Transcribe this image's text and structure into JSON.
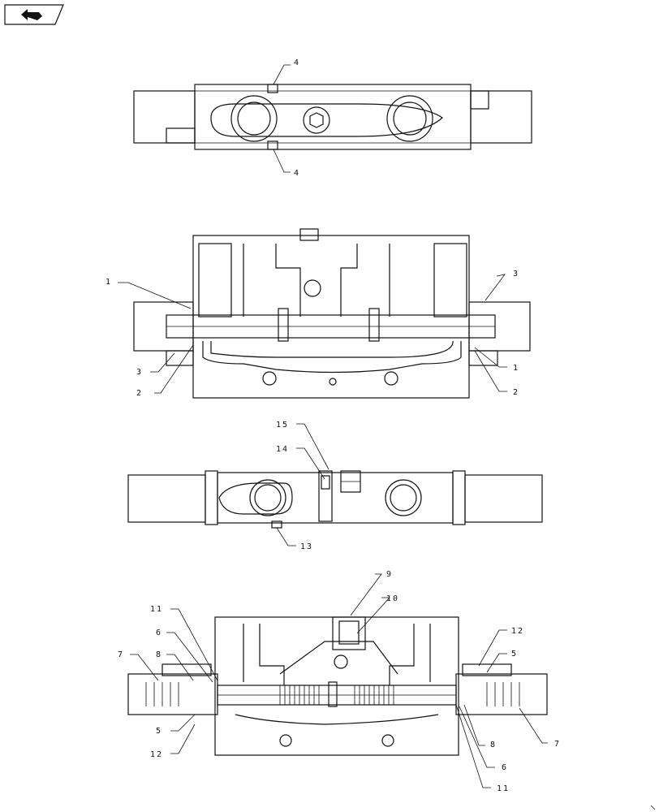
{
  "nav_icon": "back-arrow-icon",
  "callouts": {
    "top_view": [
      "4",
      "4"
    ],
    "front_view": [
      "1",
      "3",
      "2",
      "3",
      "1",
      "2"
    ],
    "middle_view": [
      "15",
      "14",
      "13"
    ],
    "section_view": [
      "9",
      "10",
      "11",
      "6",
      "7",
      "8",
      "5",
      "12",
      "12",
      "5",
      "8",
      "7",
      "6",
      "11"
    ]
  }
}
